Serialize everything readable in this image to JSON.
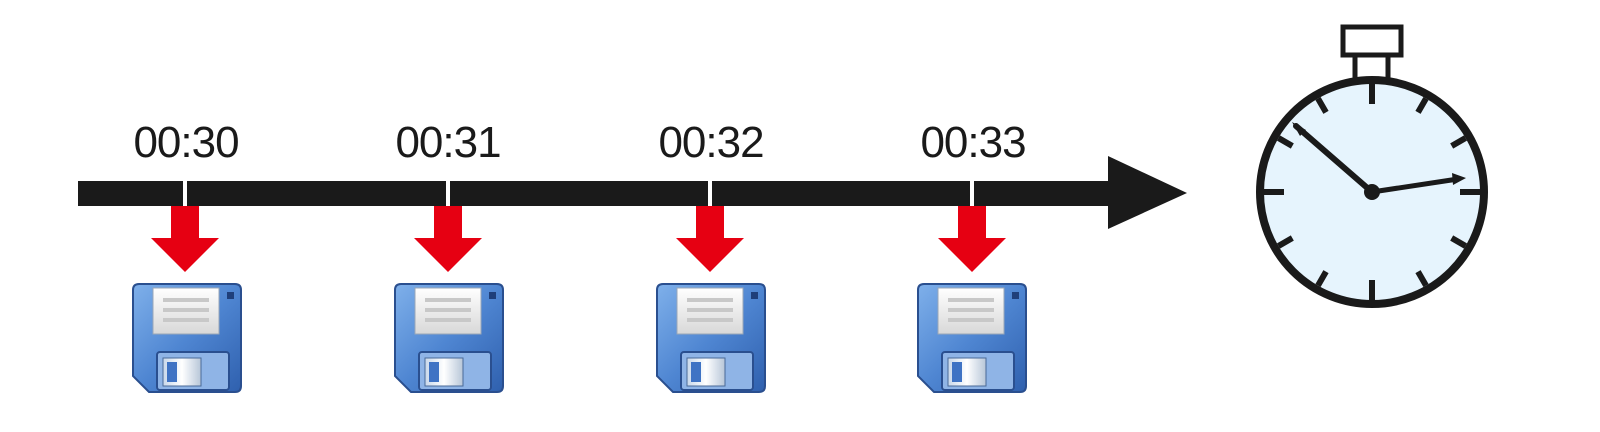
{
  "timeline": {
    "markers": [
      {
        "label": "00:30"
      },
      {
        "label": "00:31"
      },
      {
        "label": "00:32"
      },
      {
        "label": "00:33"
      }
    ]
  },
  "icons": {
    "marker_arrow": "down-arrow-icon",
    "save": "floppy-disk-icon",
    "clock": "stopwatch-icon"
  },
  "colors": {
    "timeline": "#1a1a1a",
    "arrow": "#e60012",
    "floppy_body": "#3f73c4",
    "floppy_light": "#9cc2ec",
    "clock_face": "#e6f4fd"
  }
}
